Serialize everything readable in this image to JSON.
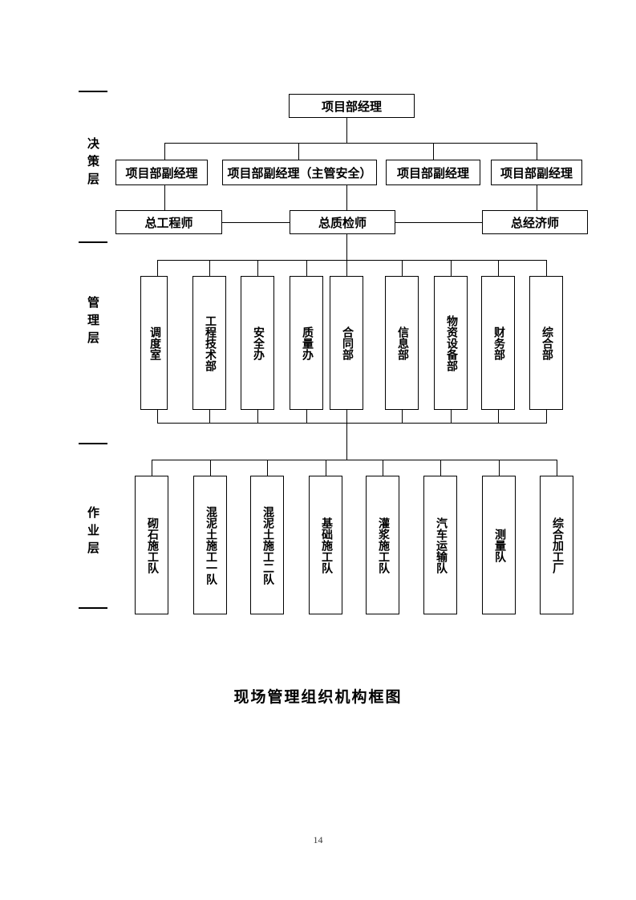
{
  "page": {
    "caption": "现场管理组织机构框图",
    "page_number": "14"
  },
  "chart": {
    "layer_labels": {
      "decision": "决策层",
      "management": "管理层",
      "operation": "作业层"
    },
    "root": {
      "label": "项目部经理"
    },
    "deputies": [
      {
        "label": "项目部副经理"
      },
      {
        "label": "项目部副经理（主管安全）"
      },
      {
        "label": "项目部副经理"
      },
      {
        "label": "项目部副经理"
      }
    ],
    "chiefs": [
      {
        "label": "总工程师"
      },
      {
        "label": "总质检师"
      },
      {
        "label": "总经济师"
      }
    ],
    "departments": [
      {
        "label": "调度室"
      },
      {
        "label": "工程技术部"
      },
      {
        "label": "安全办"
      },
      {
        "label": "质量办"
      },
      {
        "label": "合同部"
      },
      {
        "label": "信息部"
      },
      {
        "label": "物资设备部"
      },
      {
        "label": "财务部"
      },
      {
        "label": "综合部"
      }
    ],
    "teams": [
      {
        "label": "砌石施工队"
      },
      {
        "label": "混泥土施工一队"
      },
      {
        "label": "混泥土施工二队"
      },
      {
        "label": "基础施工队"
      },
      {
        "label": "灌浆施工队"
      },
      {
        "label": "汽车运输队"
      },
      {
        "label": "测量队"
      },
      {
        "label": "综合加工厂"
      }
    ]
  }
}
